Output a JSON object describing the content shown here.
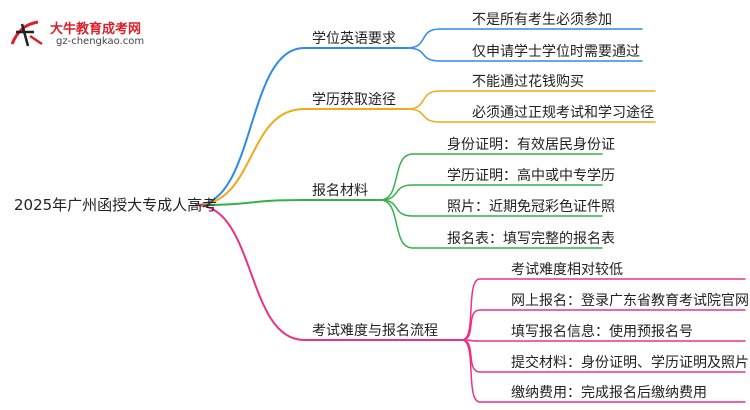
{
  "logo": {
    "title": "大牛教育成考网",
    "url": "gz-chengkao.com"
  },
  "colors": {
    "blue": "#2f8be8",
    "orange": "#f2a91a",
    "green": "#33b14a",
    "pink": "#e8338a"
  },
  "root": "2025年广州函授大专成人高考",
  "branches": [
    {
      "label": "学位英语要求",
      "color": "blue",
      "leaves": [
        "不是所有考生必须参加",
        "仅申请学士学位时需要通过"
      ]
    },
    {
      "label": "学历获取途径",
      "color": "orange",
      "leaves": [
        "不能通过花钱购买",
        "必须通过正规考试和学习途径"
      ]
    },
    {
      "label": "报名材料",
      "color": "green",
      "leaves": [
        "身份证明：有效居民身份证",
        "学历证明：高中或中专学历",
        "照片：近期免冠彩色证件照",
        "报名表：填写完整的报名表"
      ]
    },
    {
      "label": "考试难度与报名流程",
      "color": "pink",
      "leaves": [
        "考试难度相对较低",
        "网上报名：登录广东省教育考试院官网",
        "填写报名信息：使用预报名号",
        "提交材料：身份证明、学历证明及照片",
        "缴纳费用：完成报名后缴纳费用"
      ]
    }
  ]
}
